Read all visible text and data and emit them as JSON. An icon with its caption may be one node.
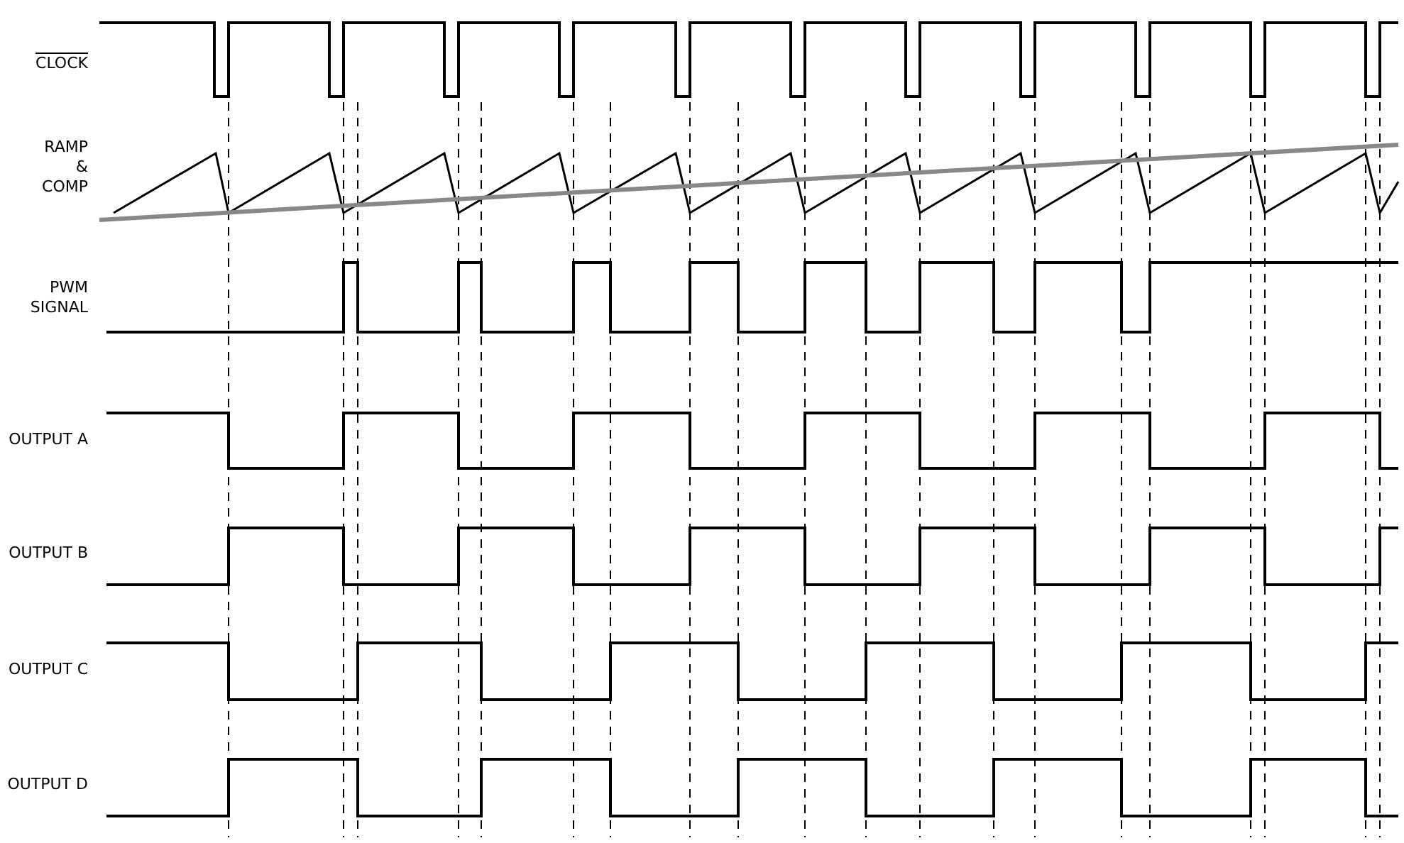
{
  "diagram": {
    "labels": [
      "CLOCK",
      "RAMP & COMP",
      "PWM SIGNAL",
      "OUTPUT A",
      "OUTPUT B",
      "OUTPUT C",
      "OUTPUT D"
    ]
  }
}
